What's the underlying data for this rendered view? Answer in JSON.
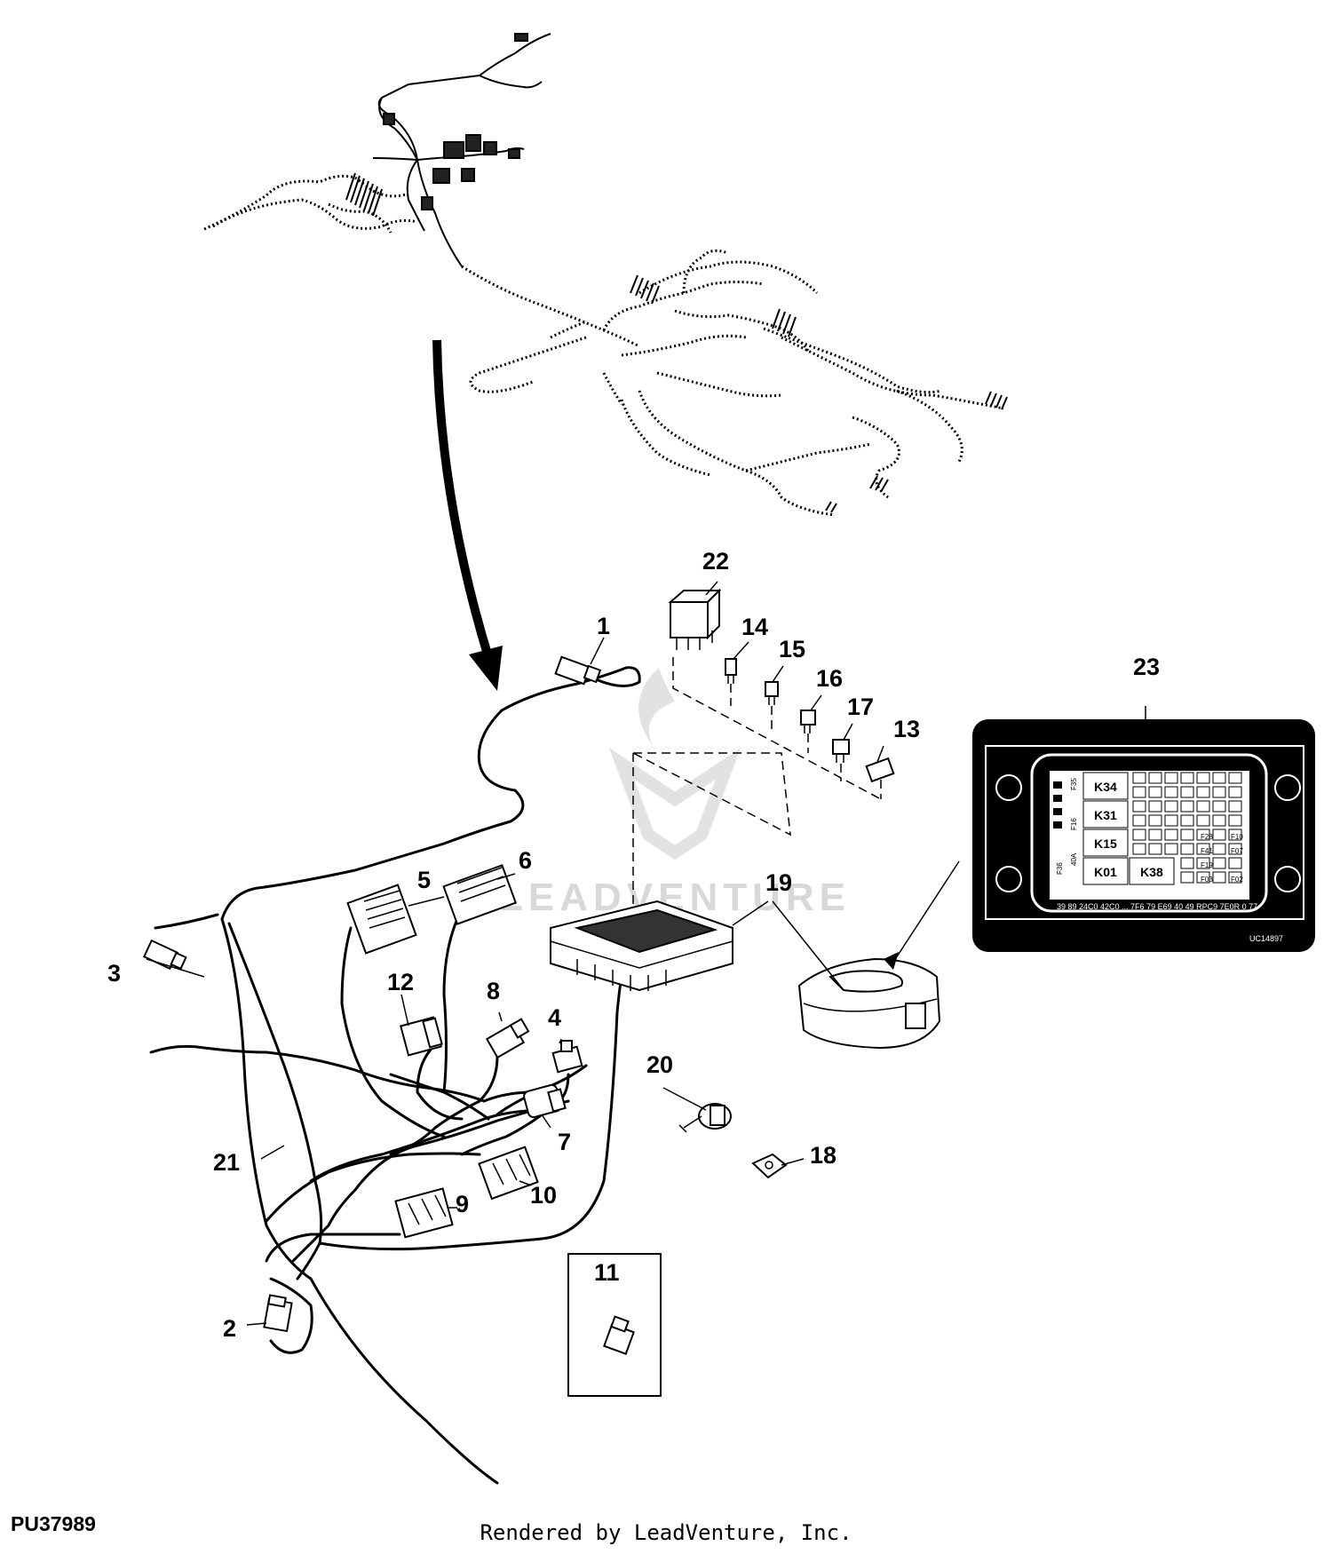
{
  "figure_id": "PU37989",
  "render_credit": "Rendered by LeadVenture, Inc.",
  "watermark_text": "LEADVENTURE",
  "callouts": {
    "c1": "1",
    "c2": "2",
    "c3": "3",
    "c4": "4",
    "c5": "5",
    "c6": "6",
    "c7": "7",
    "c8": "8",
    "c9": "9",
    "c10": "10",
    "c11": "11",
    "c12": "12",
    "c13": "13",
    "c14": "14",
    "c15": "15",
    "c16": "16",
    "c17": "17",
    "c18": "18",
    "c19": "19",
    "c20": "20",
    "c21": "21",
    "c22": "22",
    "c23": "23"
  },
  "inset": {
    "relays": [
      "K34",
      "K31",
      "K15",
      "K01",
      "K38"
    ],
    "fuse_labels": [
      "F35",
      "F16",
      "F36",
      "40A"
    ],
    "small_fuses": [
      "F28",
      "F41",
      "F19",
      "F03",
      "F02",
      "F10",
      "F07"
    ],
    "image_code": "UC14897",
    "edge_codes": "39 89 24C0 42C0 ... 7F6 79 E69 40 49 RPC9 7E0R 0 77"
  },
  "colors": {
    "ink": "#000000",
    "inset_background": "#000000",
    "watermark": "#d8d8d8"
  }
}
